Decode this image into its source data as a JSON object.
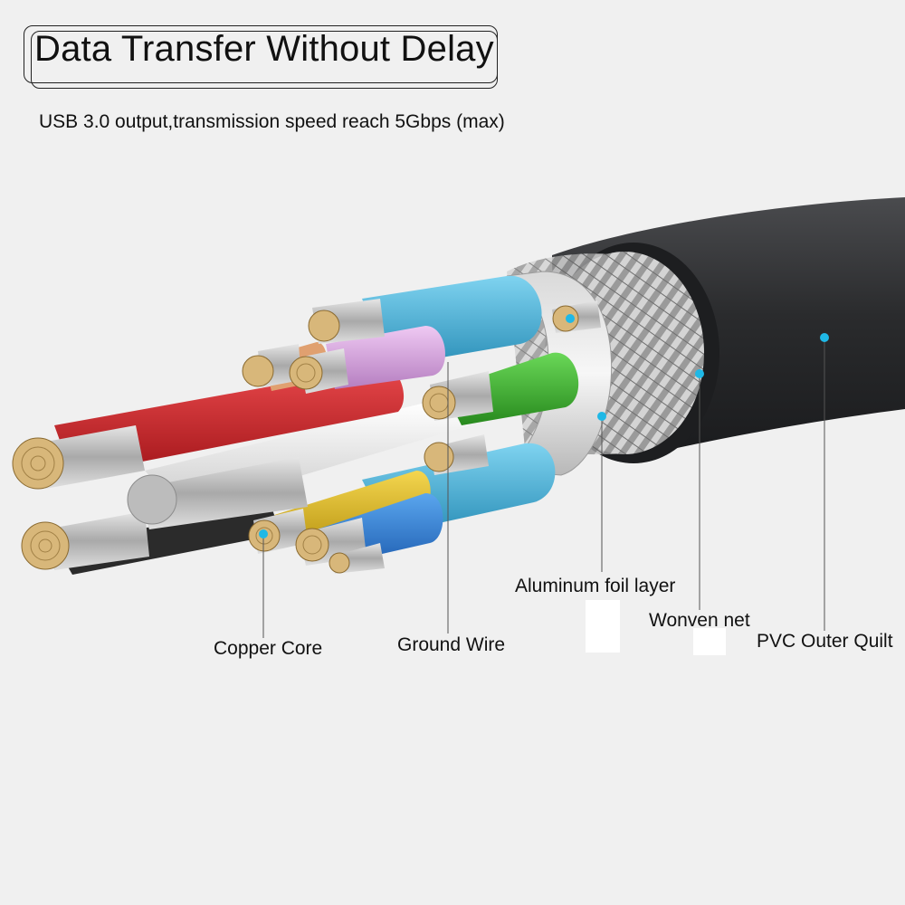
{
  "header": {
    "title": "Data Transfer Without Delay",
    "subtitle": "USB 3.0 output,transmission speed reach 5Gbps (max)"
  },
  "labels": {
    "copper_core": "Copper Core",
    "ground_wire": "Ground Wire",
    "aluminum_foil": "Aluminum foil layer",
    "woven_net": "Wonven net",
    "pvc_outer": "PVC Outer Quilt"
  },
  "colors": {
    "background": "#f0f0f0",
    "marker": "#1fb8e6",
    "jacket": "#2a2b2d",
    "red_wire": "#c81e22",
    "green_wire": "#39b52a",
    "blue_wire": "#2e7fd6",
    "yellow_wire": "#e2c12a",
    "pink_wire": "#d9a6e0",
    "cyan_wire": "#3fb4dc",
    "copper": "#d8b77a"
  }
}
